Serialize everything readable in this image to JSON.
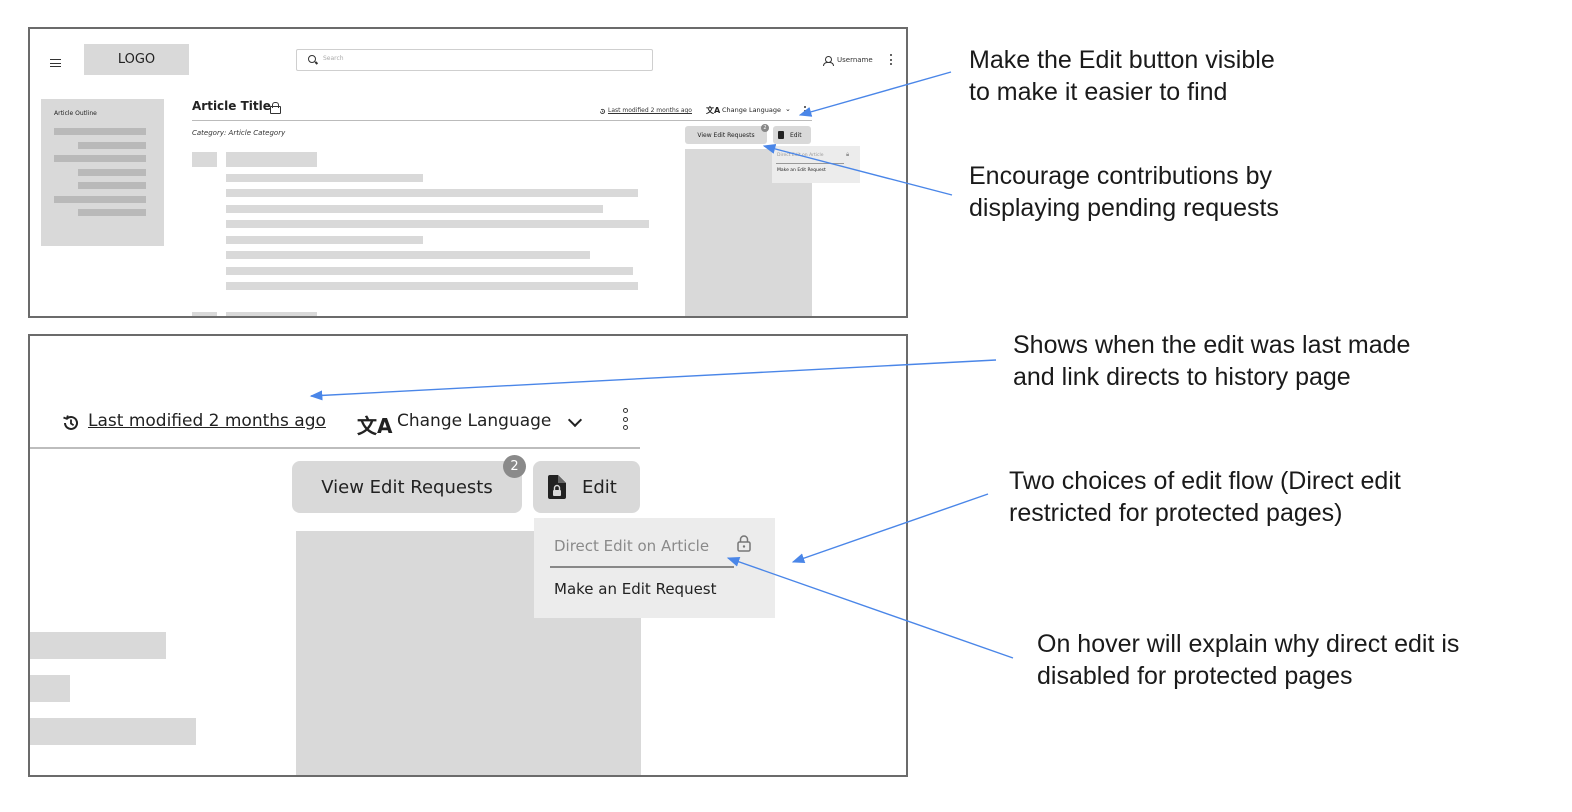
{
  "wireframe_small": {
    "logo": "LOGO",
    "search_placeholder": "Search",
    "username": "Username",
    "outline_title": "Article Outline",
    "article_title": "Article Title",
    "category": "Category: Article Category",
    "last_modified": "Last modified 2 months ago",
    "change_language": "Change Language",
    "view_edit_requests": "View Edit Requests",
    "badge_count": "2",
    "edit": "Edit",
    "direct_edit": "Direct Edit on Article",
    "make_edit_request": "Make an Edit Request"
  },
  "wireframe_zoom": {
    "last_modified": "Last modified 2 months ago",
    "change_language": "Change Language",
    "view_edit_requests": "View Edit Requests",
    "badge_count": "2",
    "edit": "Edit",
    "direct_edit": "Direct Edit on Article",
    "make_edit_request": "Make an Edit Request"
  },
  "annotations": {
    "edit_button": [
      "Make the Edit button visible",
      "to make it easier to find"
    ],
    "pending_requests": [
      "Encourage contributions by",
      "displaying pending requests"
    ],
    "last_modified": [
      "Shows when the edit was last made",
      "and link directs to history page"
    ],
    "edit_flow": [
      "Two choices of edit flow (Direct edit",
      "restricted for protected pages)"
    ],
    "hover": [
      "On hover will explain why direct edit is",
      "disabled for protected pages"
    ]
  },
  "colors": {
    "arrow": "#4a86e8",
    "placeholder_gray": "#d9d9d9",
    "frame_border": "#6b6b6b"
  }
}
